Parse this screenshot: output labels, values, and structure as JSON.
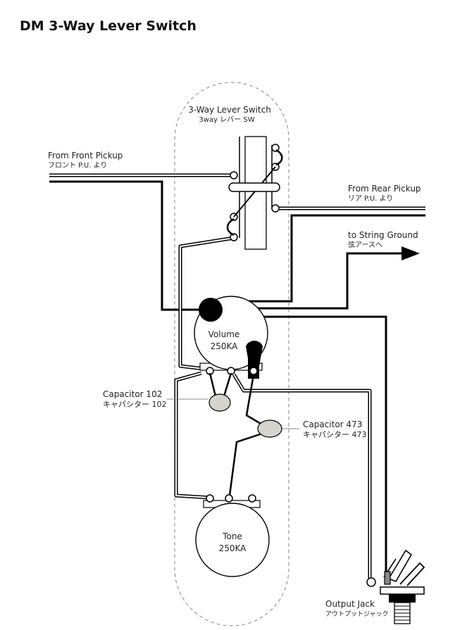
{
  "title": "DM  3-Way Lever Switch",
  "switch": {
    "label_en": "3-Way Lever Switch",
    "label_jp": "3way レバー SW"
  },
  "front_pickup": {
    "label_en": "From Front Pickup",
    "label_jp": "フロント P.U. より"
  },
  "rear_pickup": {
    "label_en": "From Rear Pickup",
    "label_jp": "リア P.U. より"
  },
  "string_ground": {
    "label_en": "to String Ground",
    "label_jp": "弦アースへ"
  },
  "volume": {
    "label": "Volume",
    "value": "250KA"
  },
  "tone": {
    "label": "Tone",
    "value": "250KA"
  },
  "capacitor_102": {
    "label_en": "Capacitor 102",
    "label_jp": "キャパシター 102"
  },
  "capacitor_473": {
    "label_en": "Capacitor 473",
    "label_jp": "キャパシター 473"
  },
  "output_jack": {
    "label_en": "Output Jack",
    "label_jp": "アウトプットジャック"
  },
  "colors": {
    "wire": "#000000",
    "hot_wire_fill": "#ffffff",
    "capacitor": "#d4d4cc",
    "body_outline": "#9a9a9a"
  }
}
